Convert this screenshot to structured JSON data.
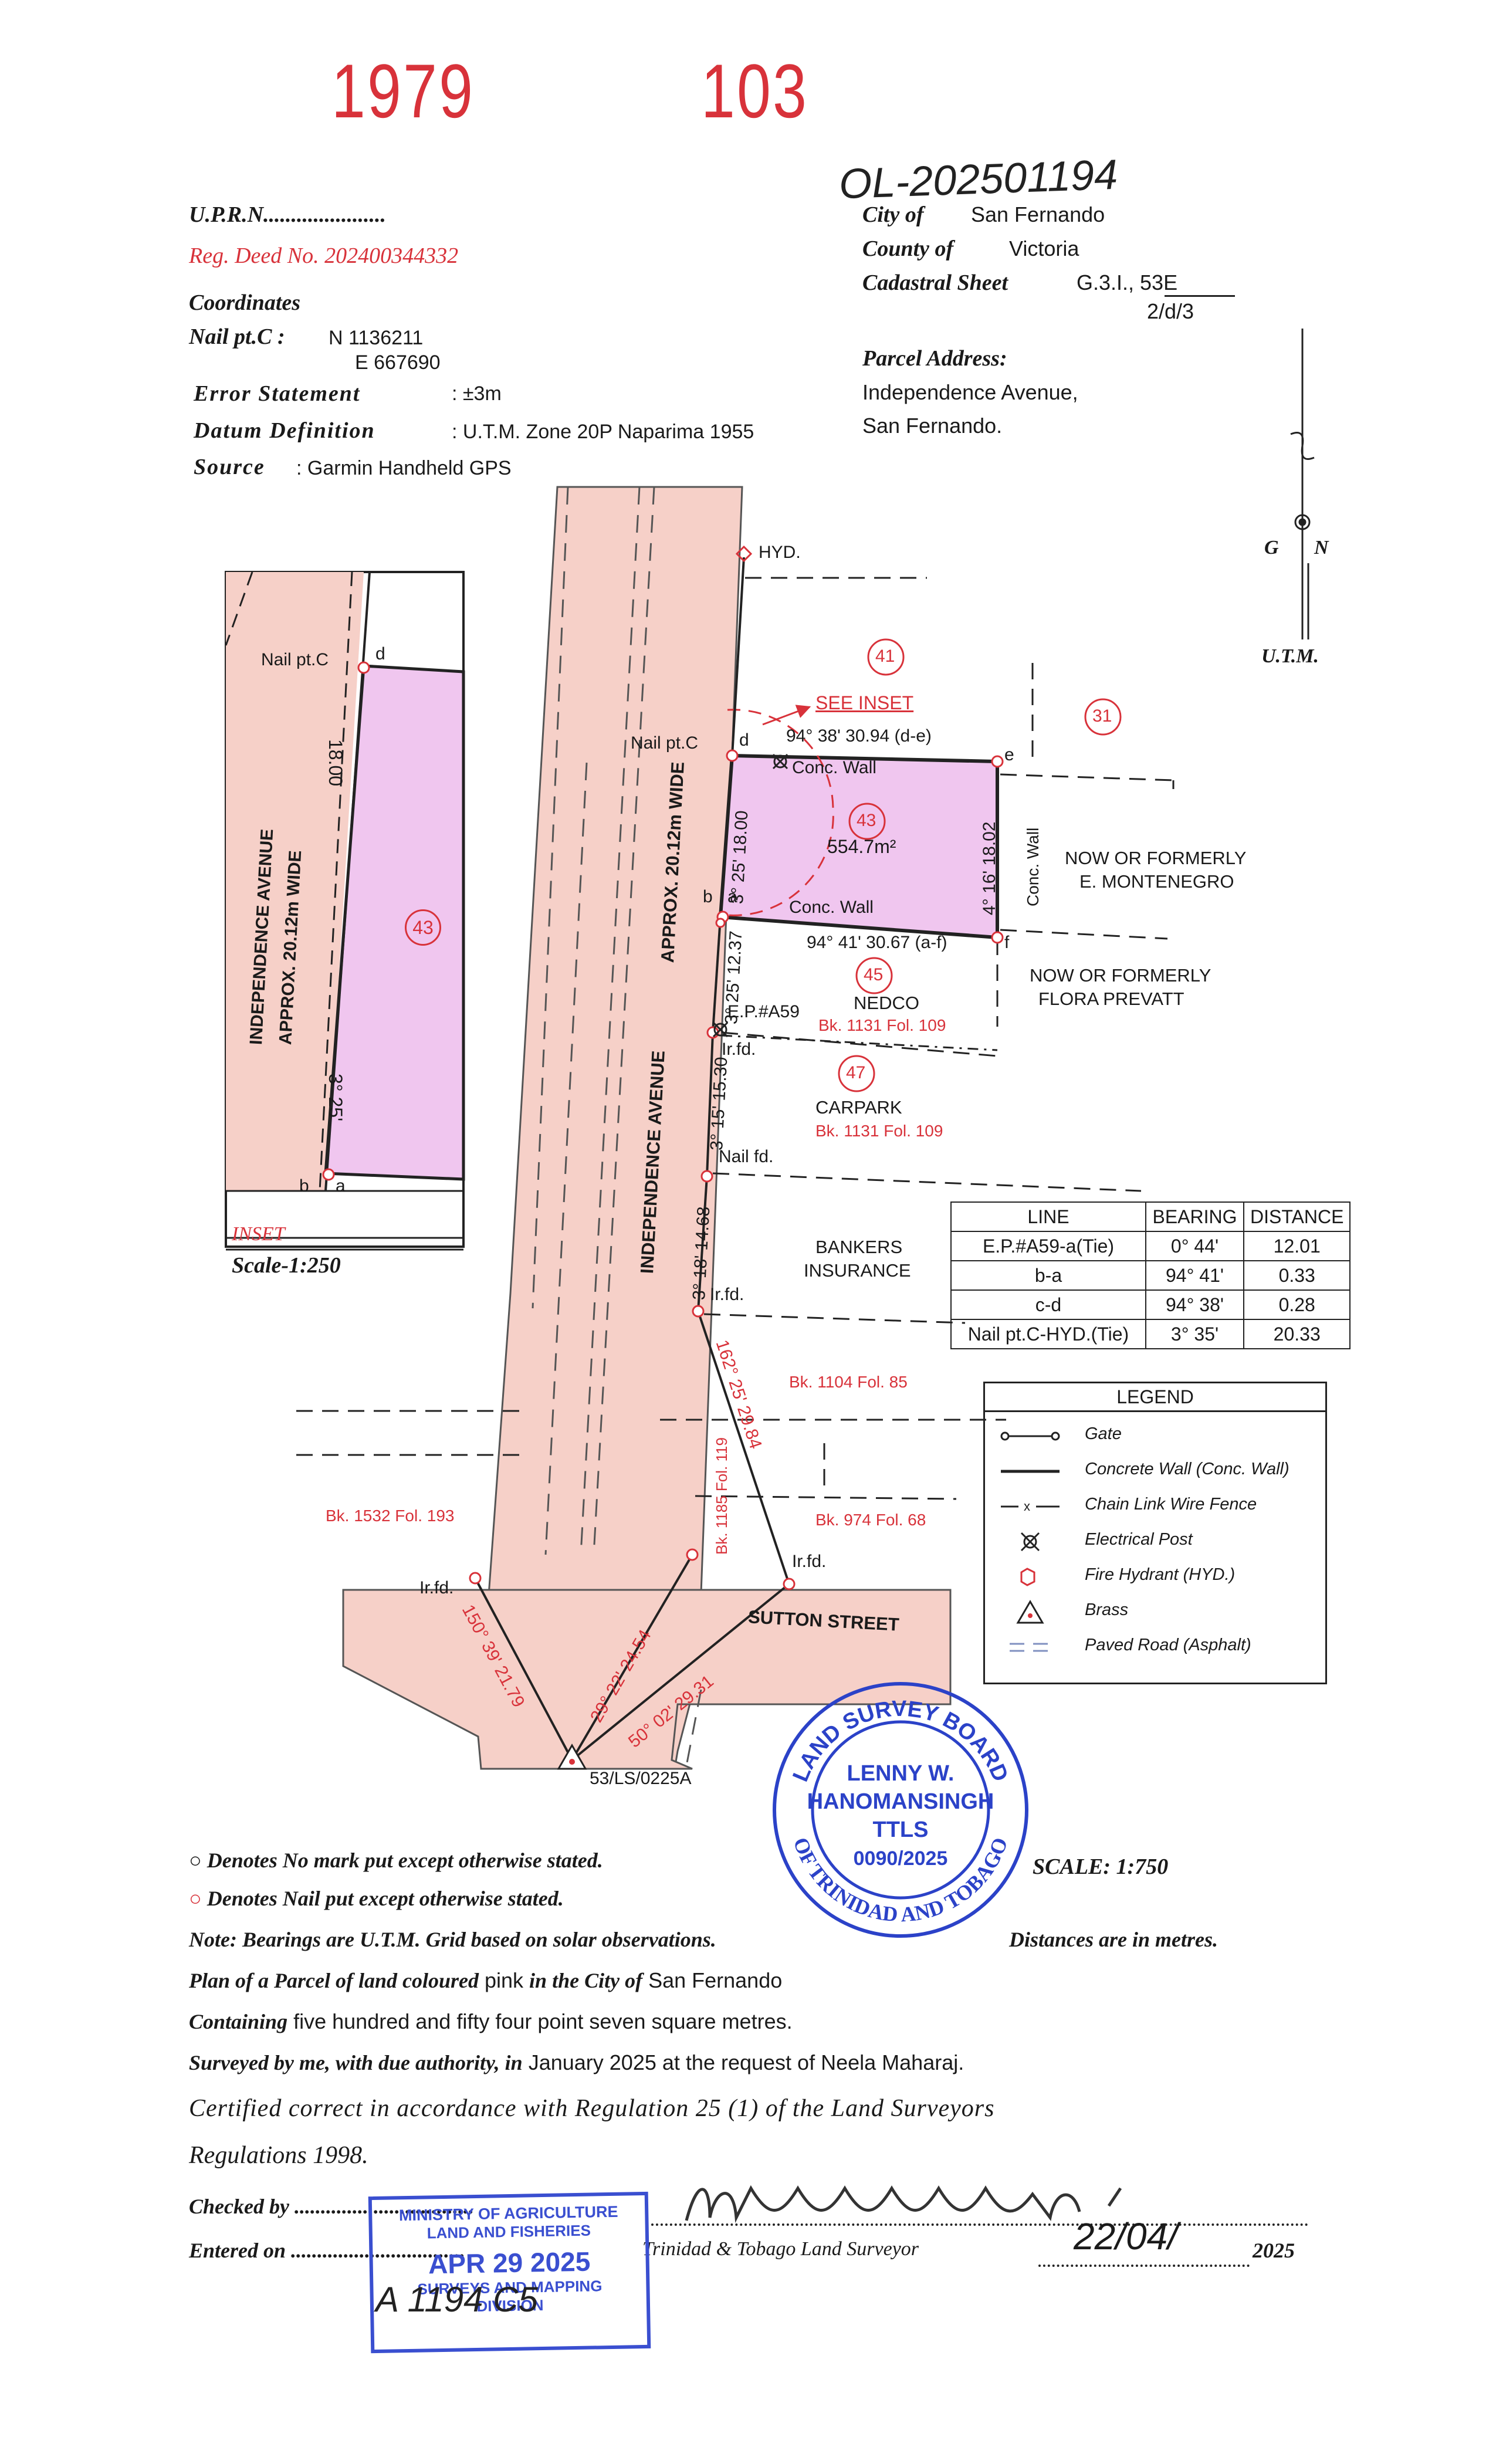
{
  "header": {
    "file_no_1": "1979",
    "file_no_2": "103",
    "handwritten_ref": "OL-202501194",
    "uprn": "U.P.R.N......................",
    "reg_deed": "Reg. Deed No. 202400344332",
    "coordinates_label": "Coordinates",
    "nail_label": "Nail pt.C :",
    "nail_n": "N 1136211",
    "nail_e": "E 667690",
    "error_label": "Error Statement",
    "error_value": ":  ±3m",
    "datum_label": "Datum Definition",
    "datum_value": ":  U.T.M. Zone 20P Naparima 1955",
    "source_label": "Source",
    "source_value": ":  Garmin Handheld GPS",
    "city_label": "City of",
    "city_value": "San Fernando",
    "county_label": "County of",
    "county_value": "Victoria",
    "cadastral_label": "Cadastral Sheet",
    "cadastral_value": "G.3.I., 53E",
    "cadastral_sub": "2/d/3",
    "parcel_address_label": "Parcel Address:",
    "parcel_address_1": "Independence Avenue,",
    "parcel_address_2": "San Fernando."
  },
  "north": {
    "g": "G",
    "n": "N",
    "utm": "U.T.M."
  },
  "inset": {
    "nail": "Nail pt.C",
    "d": "d",
    "b": "b",
    "a": "a",
    "dist": "18.00",
    "bearing": "3° 25'",
    "road_1": "INDEPENDENCE AVENUE",
    "road_2": "APPROX. 20.12m WIDE",
    "lot": "43",
    "title": "INSET",
    "scale": "Scale-1:250"
  },
  "plan": {
    "hyd": "HYD.",
    "see_inset": "SEE INSET",
    "nail_c": "Nail pt.C",
    "d": "d",
    "e": "e",
    "b": "b",
    "a": "a",
    "f": "f",
    "lot41": "41",
    "lot31": "31",
    "lot43": "43",
    "lot45": "45",
    "lot47": "47",
    "area": "554.7m²",
    "bearing_de": "94° 38' 30.94 (d-e)",
    "bearing_af": "94° 41' 30.67 (a-f)",
    "bearing_ad": "3° 25' 18.00",
    "bearing_ef": "4° 16' 18.02",
    "conc_wall": "Conc. Wall",
    "conc_wall_2": "Conc. Wall",
    "conc_wall_v": "Conc. Wall",
    "montenegro_1": "NOW OR FORMERLY",
    "montenegro_2": "E. MONTENEGRO",
    "prevatt_1": "NOW OR FORMERLY",
    "prevatt_2": "FLORA PREVATT",
    "nedco": "NEDCO",
    "nedco_bk": "Bk. 1131 Fol. 109",
    "ep": "E.P.#A59",
    "irfd": "Ir.fd.",
    "carpark": "CARPARK",
    "carpark_bk": "Bk. 1131 Fol. 109",
    "nailfd": "Nail fd.",
    "bankers_1": "BANKERS",
    "bankers_2": "INSURANCE",
    "irfd_2": "Ir.fd.",
    "bk_1104": "Bk. 1104 Fol. 85",
    "bk_974": "Bk. 974 Fol. 68",
    "bk_1185": "Bk. 1185 Fol. 119",
    "bk_1532": "Bk. 1532 Fol. 193",
    "irfd_3": "Ir.fd.",
    "irfd_4": "Ir.fd.",
    "brass": "53/LS/0225A",
    "seg_1": "3° 25' 12.37",
    "seg_2": "3° 15' 15.30",
    "seg_3": "3° 18' 14.68",
    "seg_4": "162° 25' 29.84",
    "seg_5": "150° 39' 21.79",
    "seg_6": "29° 22' 24.54",
    "seg_7": "50° 02' 29.31",
    "road_main": "INDEPENDENCE AVENUE",
    "road_approx": "APPROX. 20.12m WIDE",
    "sutton": "SUTTON STREET"
  },
  "table": {
    "headers": [
      "LINE",
      "BEARING",
      "DISTANCE"
    ],
    "rows": [
      [
        "E.P.#A59-a(Tie)",
        "0° 44'",
        "12.01"
      ],
      [
        "b-a",
        "94° 41'",
        "0.33"
      ],
      [
        "c-d",
        "94° 38'",
        "0.28"
      ],
      [
        "Nail pt.C-HYD.(Tie)",
        "3° 35'",
        "20.33"
      ]
    ]
  },
  "legend": {
    "title": "LEGEND",
    "items": [
      "Gate",
      "Concrete Wall (Conc. Wall)",
      "Chain Link Wire Fence",
      "Electrical Post",
      "Fire Hydrant (HYD.)",
      "Brass",
      "Paved Road (Asphalt)"
    ]
  },
  "stamp": {
    "ring_top": "LAND SURVEY BOARD",
    "ring_bottom": "OF TRINIDAD AND TOBAGO",
    "name_1": "LENNY W.",
    "name_2": "HANOMANSINGH",
    "name_3": "TTLS",
    "reg": "0090/2025"
  },
  "notes": {
    "no_mark": "Denotes No mark put except otherwise stated.",
    "nail_put": "Denotes Nail put except otherwise stated.",
    "scale": "SCALE: 1:750",
    "bearings": "Note: Bearings are U.T.M. Grid based on solar observations.",
    "distances": "Distances are in metres.",
    "plan_of": "Plan of a Parcel of land coloured",
    "plan_pink": "pink",
    "plan_in": "in the City of",
    "plan_city": "San Fernando",
    "containing": "Containing",
    "containing_val": "five hundred and fifty four point seven square metres.",
    "surveyed": "Surveyed by me, with due authority, in",
    "surveyed_date": "January 2025",
    "surveyed_req": "at the request of",
    "surveyed_name": "Neela Maharaj.",
    "certified": "Certified correct in accordance with Regulation 25 (1) of the Land Surveyors",
    "regulations": "Regulations 1998.",
    "checked": "Checked by ..................................",
    "entered": "Entered on .................................",
    "surveyor": "Trinidad & Tobago Land Surveyor",
    "date_hand": "22/04/",
    "year": "2025"
  },
  "ministry_stamp": {
    "line1": "MINISTRY OF AGRICULTURE",
    "line2": "LAND AND FISHERIES",
    "date": "APR 29 2025",
    "line3": "SURVEYS AND MAPPING",
    "line4": "DIVISION",
    "hand": "A 1194 C5"
  }
}
